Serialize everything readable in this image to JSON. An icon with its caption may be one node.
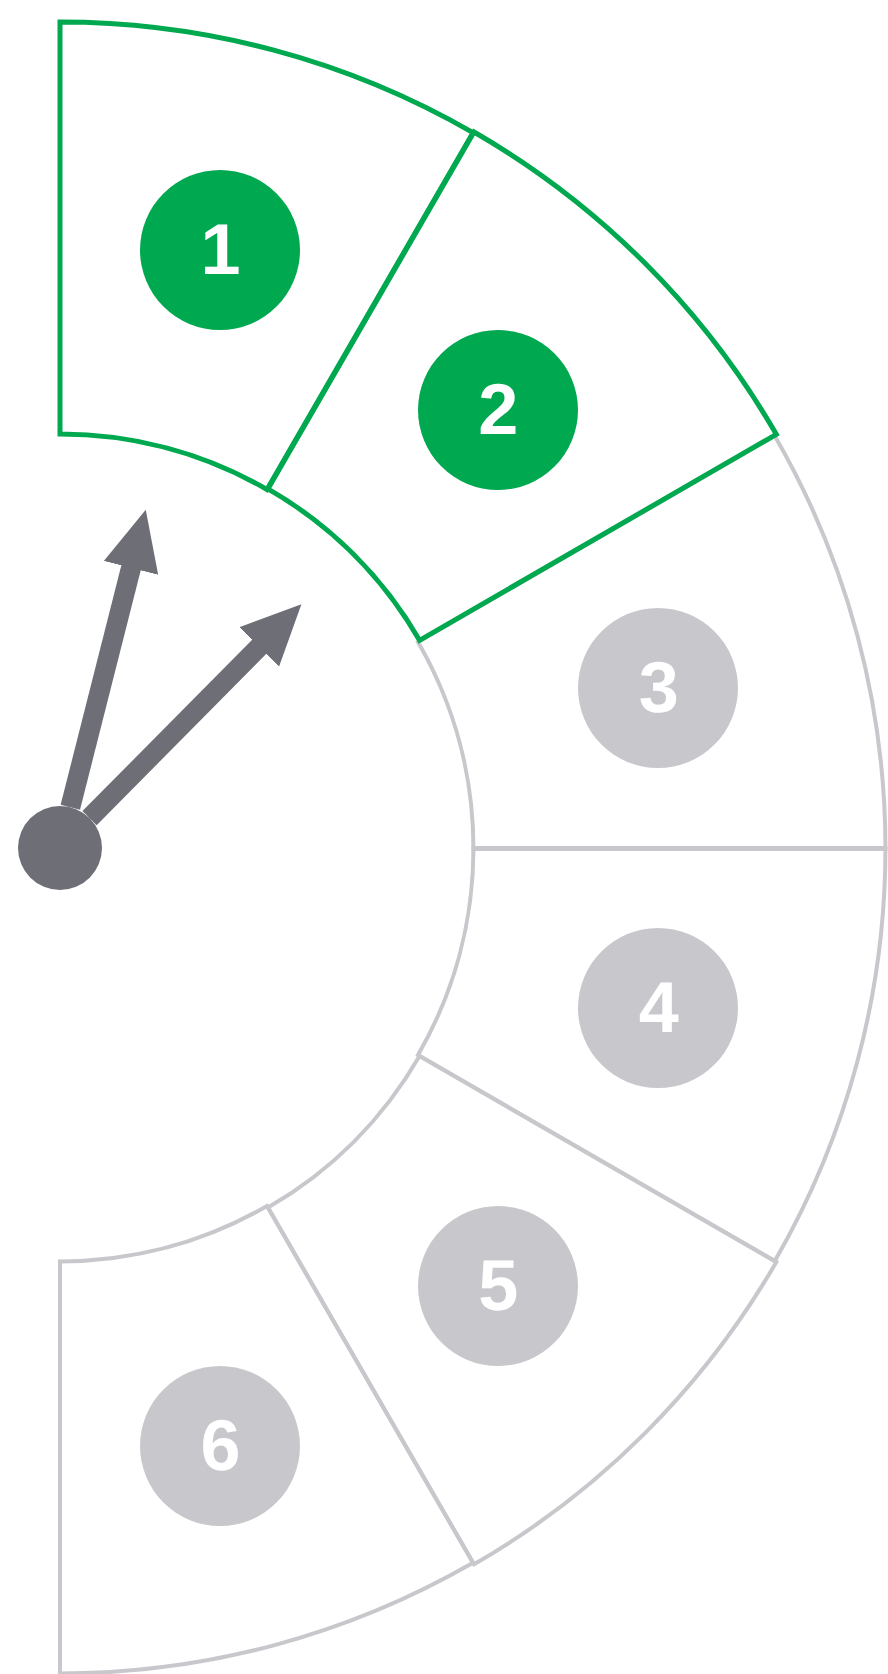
{
  "diagram": {
    "nodes": [
      {
        "text": [
          "1"
        ]
      },
      {
        "text": [
          "2"
        ]
      },
      {
        "text": [
          "3"
        ]
      },
      {
        "text": [
          "4"
        ]
      },
      {
        "text": [
          "5"
        ]
      },
      {
        "text": [
          "6"
        ]
      },
      {
        "text": [],
        "shape": "circle"
      }
    ],
    "edges": [
      {
        "from": 6,
        "to": null,
        "arrow": "to"
      },
      {
        "from": 6,
        "to": null,
        "arrow": "to"
      }
    ]
  }
}
